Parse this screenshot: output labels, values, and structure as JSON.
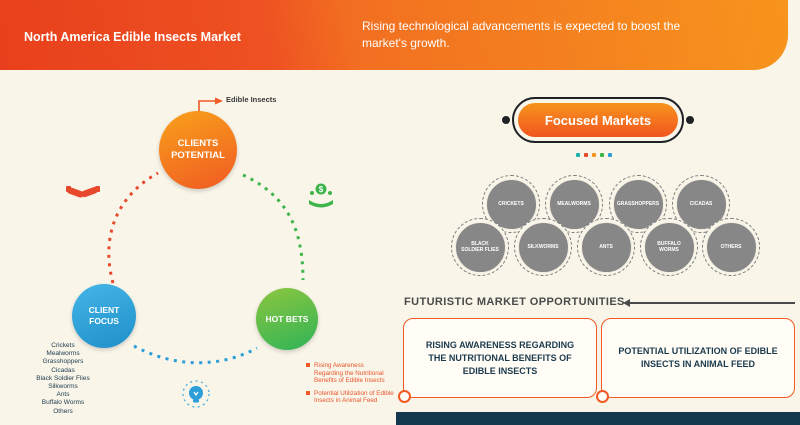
{
  "header": {
    "title": "North America Edible Insects Market",
    "subtitle": "Rising technological advancements is expected to boost the market's growth."
  },
  "diagram": {
    "top_label": "Edible Insects",
    "nodes": {
      "clients_potential": "CLIENTS POTENTIAL",
      "client_focus": "CLIENT FOCUS",
      "hot_bets": "HOT BETS"
    },
    "client_focus_items": [
      "Crickets",
      "Mealworms",
      "Grasshoppers",
      "Cicadas",
      "Black Soldier Flies",
      "Silkworms",
      "Ants",
      "Buffalo Worms",
      "Others"
    ],
    "hot_bets_items": [
      "Rising Awareness Regarding the Nutritional Benefits of Edible Insects",
      "Potential Utilization of Edible Insects in Animal Feed"
    ]
  },
  "focused_markets": {
    "title": "Focused Markets",
    "top_row": [
      "CRICKETS",
      "MEALWORMS",
      "GRASSHOPPERS",
      "CICADAS"
    ],
    "bottom_row": [
      "BLACK SOLDIER FLIES",
      "SILKWORMS",
      "ANTS",
      "BUFFALO WORMS",
      "OTHERS"
    ]
  },
  "opportunities": {
    "heading": "FUTURISTIC MARKET OPPORTUNITIES",
    "boxes": [
      "RISING AWARENESS REGARDING THE NUTRITIONAL BENEFITS OF EDIBLE INSECTS",
      "POTENTIAL UTILIZATION OF EDIBLE INSECTS IN ANIMAL FEED"
    ]
  },
  "colors": {
    "accent_orange": "#f15a24",
    "banner_red": "#e8401c",
    "banner_orange": "#f7941d",
    "navy": "#1b3a4d",
    "blue": "#29abe2",
    "green": "#39b54a",
    "red_dots": "#e8482b",
    "gray_circle": "#878787",
    "footer_teal": "#14384d"
  }
}
